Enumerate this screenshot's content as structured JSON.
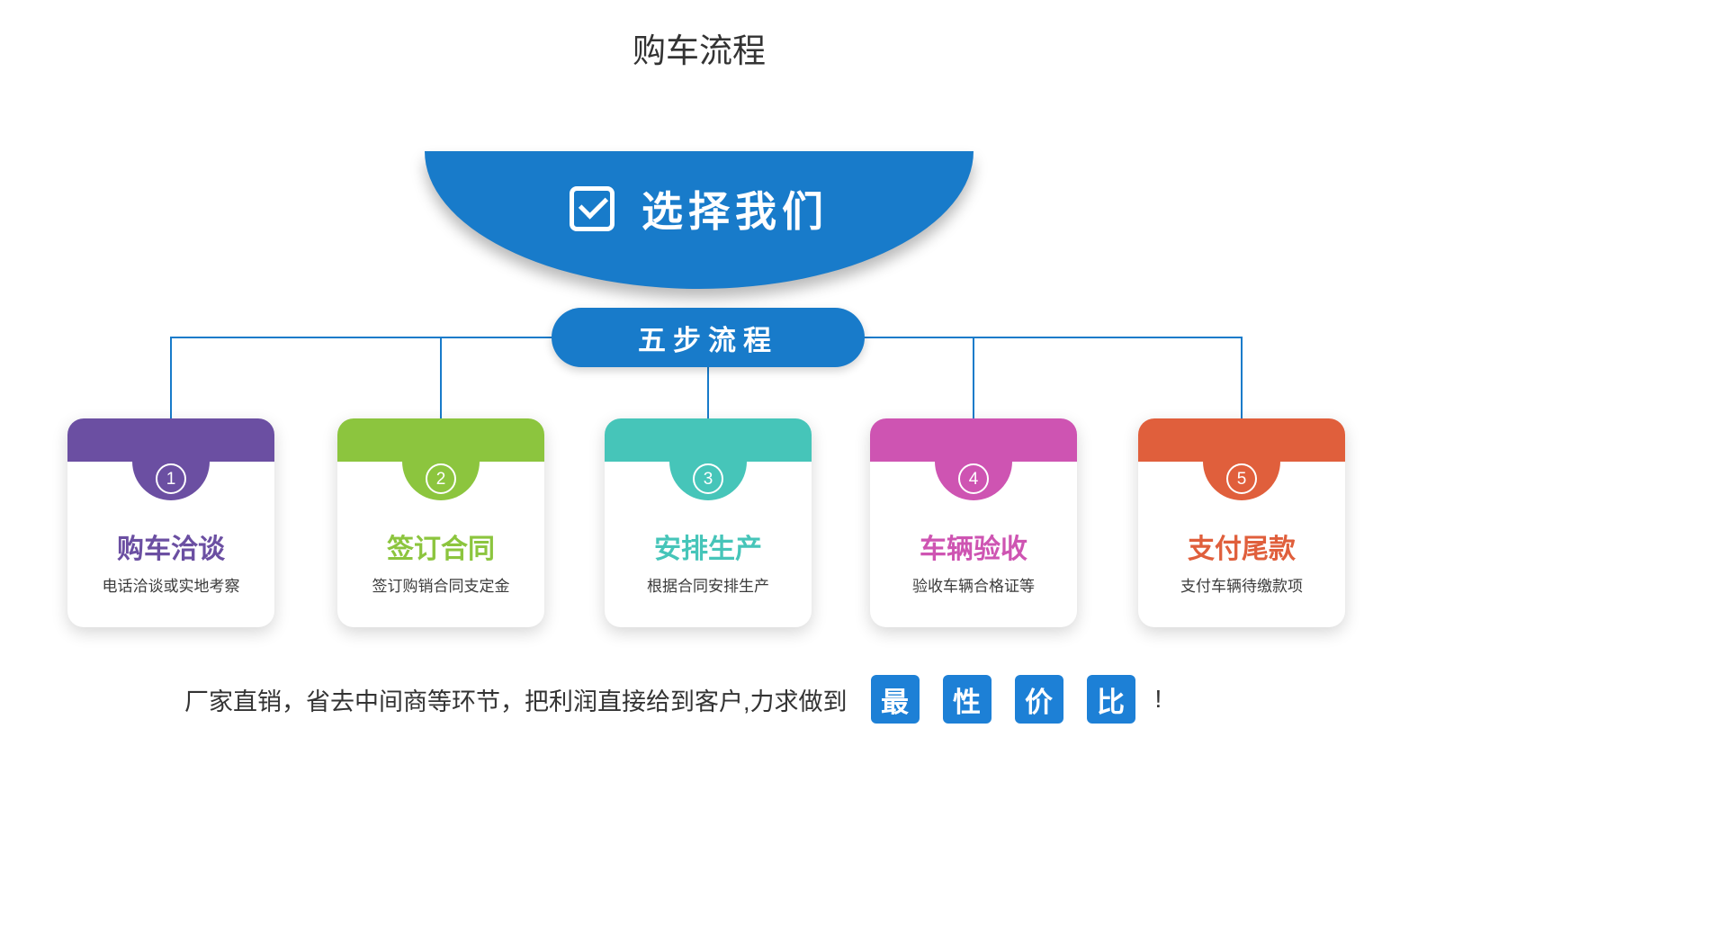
{
  "page": {
    "title": "购车流程"
  },
  "banner": {
    "title": "选择我们"
  },
  "pill": {
    "label": "五步流程"
  },
  "steps": [
    {
      "number": "1",
      "title": "购车洽谈",
      "desc": "电话洽谈或实地考察",
      "color": "#6b4fa2"
    },
    {
      "number": "2",
      "title": "签订合同",
      "desc": "签订购销合同支定金",
      "color": "#8cc53e"
    },
    {
      "number": "3",
      "title": "安排生产",
      "desc": "根据合同安排生产",
      "color": "#46c5b9"
    },
    {
      "number": "4",
      "title": "车辆验收",
      "desc": "验收车辆合格证等",
      "color": "#ce54b2"
    },
    {
      "number": "5",
      "title": "支付尾款",
      "desc": "支付车辆待缴款项",
      "color": "#e05f3c"
    }
  ],
  "footer": {
    "prefix": "厂家直销，省去中间商等环节，把利润直接给到客户,力求做到",
    "highlights": [
      "最",
      "性",
      "价",
      "比"
    ],
    "suffix": "!"
  },
  "colors": {
    "accent_blue": "#187bca",
    "highlight_blue": "#1d80d6"
  }
}
